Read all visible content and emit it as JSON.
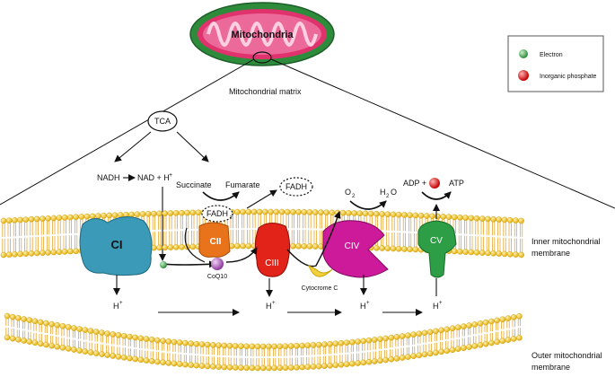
{
  "title": "Mitochondria",
  "matrix_label": "Mitochondrial  matrix",
  "legend": {
    "electron": "Electron",
    "phosphate": "Inorganic phosphate",
    "colors": {
      "electron": "#4caf50",
      "phosphate": "#e53935"
    }
  },
  "tca": "TCA",
  "nadh": "NADH",
  "nad": "NAD + H",
  "succinate": "Succinate",
  "fumarate": "Fumarate",
  "fadh_top": "FADH",
  "fadh_inner": "FADH",
  "o2": "O",
  "h2o_h": "H",
  "h2o_o": "O",
  "adp": "ADP +",
  "atp": "ATP",
  "complexes": {
    "ci": "CI",
    "cii": "CII",
    "ciii": "CIII",
    "civ": "CIV",
    "cv": "CV"
  },
  "coq10": "CoQ10",
  "cytochrome": "Cytocrome C",
  "proton": "H",
  "inner_membrane": [
    "Inner mitochondrial",
    "membrane"
  ],
  "outer_membrane": [
    "Outer mitochondrial",
    "membrane"
  ],
  "colors": {
    "ci": "#3a9ab8",
    "cii": "#e8731a",
    "ciii": "#e2231a",
    "civ": "#cc1a9a",
    "cv": "#2e9e46",
    "lipid_head": "#f2c418",
    "lipid_tail": "#e59a1a",
    "mito_outer": "#2e8b3c",
    "mito_inner": "#e0336e",
    "coq10": "#c27bd0",
    "cytc": "#f4d03f"
  }
}
